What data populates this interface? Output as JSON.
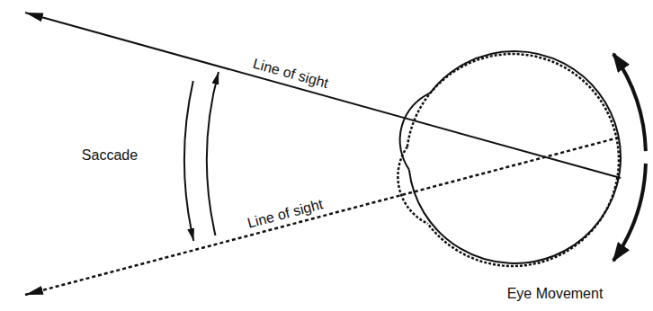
{
  "diagram": {
    "labels": [
      "Line of sight",
      "Line of sight",
      "Saccade",
      "Eye Movement"
    ]
  }
}
